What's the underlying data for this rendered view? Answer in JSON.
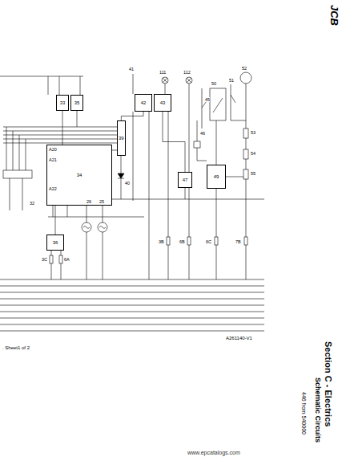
{
  "diagram": {
    "title": "Section C - Electrics",
    "nodes": [
      {
        "text": [
          "33"
        ]
      },
      {
        "text": [
          "35"
        ]
      },
      {
        "text": [
          "39"
        ]
      },
      {
        "text": [
          "42"
        ]
      },
      {
        "text": [
          "43"
        ]
      },
      {
        "text": [
          "34"
        ]
      },
      {
        "text": [
          "47"
        ]
      },
      {
        "text": [
          "49"
        ]
      },
      {
        "text": [
          "36"
        ]
      }
    ],
    "edges": [
      {
        "from": 0,
        "to": 5,
        "arrow": "none"
      },
      {
        "from": 5,
        "to": 2,
        "arrow": "none"
      },
      {
        "from": 3,
        "to": 2,
        "arrow": "none"
      },
      {
        "from": 5,
        "to": 8,
        "arrow": "none"
      },
      {
        "from": 4,
        "to": 6,
        "arrow": "none"
      }
    ],
    "labels": [
      "41",
      "111",
      "112",
      "50",
      "51",
      "52",
      "45",
      "46",
      "53",
      "54",
      "55",
      "40",
      "32",
      "3C",
      "6A",
      "3B",
      "6B",
      "6C",
      "7B",
      "A261140-V1",
      ". Sheet1 of 2",
      "Schematic Circuits",
      "446 from 540000",
      "JCB",
      "www.epcatalogs.com",
      "A20",
      "A21",
      "A22",
      "26",
      "25"
    ]
  }
}
